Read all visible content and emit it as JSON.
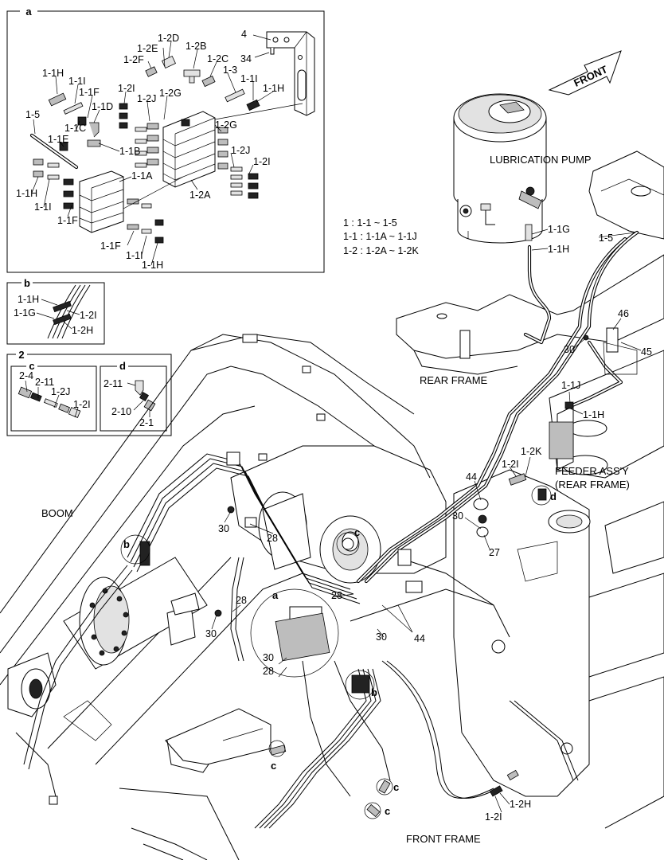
{
  "panels": {
    "a": "a",
    "b": "b",
    "group_2": "2",
    "c": "c",
    "d": "d"
  },
  "panel_a_labels": [
    {
      "text": "4"
    },
    {
      "text": "34"
    },
    {
      "text": "1-2D"
    },
    {
      "text": "1-2E"
    },
    {
      "text": "1-2B"
    },
    {
      "text": "1-2F"
    },
    {
      "text": "1-2C"
    },
    {
      "text": "1-3"
    },
    {
      "text": "1-1H"
    },
    {
      "text": "1-1I"
    },
    {
      "text": "1-2I"
    },
    {
      "text": "1-1I"
    },
    {
      "text": "1-1H"
    },
    {
      "text": "1-1F"
    },
    {
      "text": "1-2J"
    },
    {
      "text": "1-2G"
    },
    {
      "text": "1-1D"
    },
    {
      "text": "1-5"
    },
    {
      "text": "1-1C"
    },
    {
      "text": "1-2G"
    },
    {
      "text": "1-1E"
    },
    {
      "text": "1-1B"
    },
    {
      "text": "1-2J"
    },
    {
      "text": "1-2I"
    },
    {
      "text": "1-1A"
    },
    {
      "text": "1-1H"
    },
    {
      "text": "1-2A"
    },
    {
      "text": "1-1I"
    },
    {
      "text": "1-1F"
    },
    {
      "text": "1-1F"
    },
    {
      "text": "1-1I"
    },
    {
      "text": "1-1H"
    }
  ],
  "panel_b_labels": [
    {
      "text": "1-1H"
    },
    {
      "text": "1-1G"
    },
    {
      "text": "1-2I"
    },
    {
      "text": "1-2H"
    }
  ],
  "panel_c_labels": [
    {
      "text": "2-4"
    },
    {
      "text": "2-11"
    },
    {
      "text": "1-2J"
    },
    {
      "text": "1-2I"
    }
  ],
  "panel_d_labels": [
    {
      "text": "2-11"
    },
    {
      "text": "2-10"
    },
    {
      "text": "2-1"
    }
  ],
  "legend": [
    "1    : 1-1 ~ 1-5",
    "1-1 : 1-1A ~ 1-1J",
    "1-2 : 1-2A ~ 1-2K"
  ],
  "front_arrow": "FRONT",
  "main_labels": [
    {
      "text": "LUBRICATION PUMP"
    },
    {
      "text": "1-1G"
    },
    {
      "text": "1-1H"
    },
    {
      "text": "1-5"
    },
    {
      "text": "46"
    },
    {
      "text": "45"
    },
    {
      "text": "30"
    },
    {
      "text": "REAR FRAME"
    },
    {
      "text": "1-1J"
    },
    {
      "text": "1-1H"
    },
    {
      "text": "1-2K"
    },
    {
      "text": "1-2I"
    },
    {
      "text": "FEEDER ASS'Y"
    },
    {
      "text": "(REAR FRAME)"
    },
    {
      "text": "d"
    },
    {
      "text": "44"
    },
    {
      "text": "30"
    },
    {
      "text": "27"
    },
    {
      "text": "BOOM"
    },
    {
      "text": "30"
    },
    {
      "text": "28"
    },
    {
      "text": "c"
    },
    {
      "text": "b"
    },
    {
      "text": "a"
    },
    {
      "text": "28"
    },
    {
      "text": "28"
    },
    {
      "text": "30"
    },
    {
      "text": "44"
    },
    {
      "text": "30"
    },
    {
      "text": "30"
    },
    {
      "text": "28"
    },
    {
      "text": "b"
    },
    {
      "text": "c"
    },
    {
      "text": "c"
    },
    {
      "text": "c"
    },
    {
      "text": "1-2H"
    },
    {
      "text": "1-2I"
    },
    {
      "text": "FRONT FRAME"
    }
  ]
}
